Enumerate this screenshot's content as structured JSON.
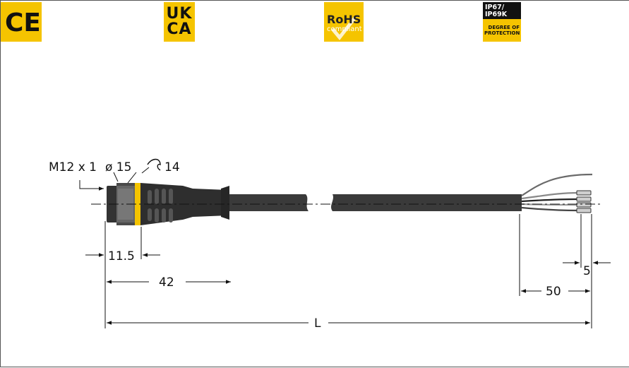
{
  "certifications": {
    "ce": {
      "label": "CE"
    },
    "ukca": {
      "line1": "UK",
      "line2": "CA"
    },
    "rohs": {
      "title": "RoHS",
      "subtitle": "compliant"
    },
    "ip": {
      "line1": "IP67/",
      "line2": "IP69K",
      "line3": "DEGREE OF",
      "line4": "PROTECTION"
    }
  },
  "dimensions": {
    "thread": "M12 x 1",
    "diameter": "ø 15",
    "wrench": "14",
    "nut_length": "11.5",
    "connector_length": "42",
    "strip_length": "50",
    "ferrule_length": "5",
    "total_length": "L"
  },
  "colors": {
    "accent_yellow": "#f5c400",
    "cable_dark": "#3a3a3a",
    "connector_dark": "#2e2e2e"
  }
}
